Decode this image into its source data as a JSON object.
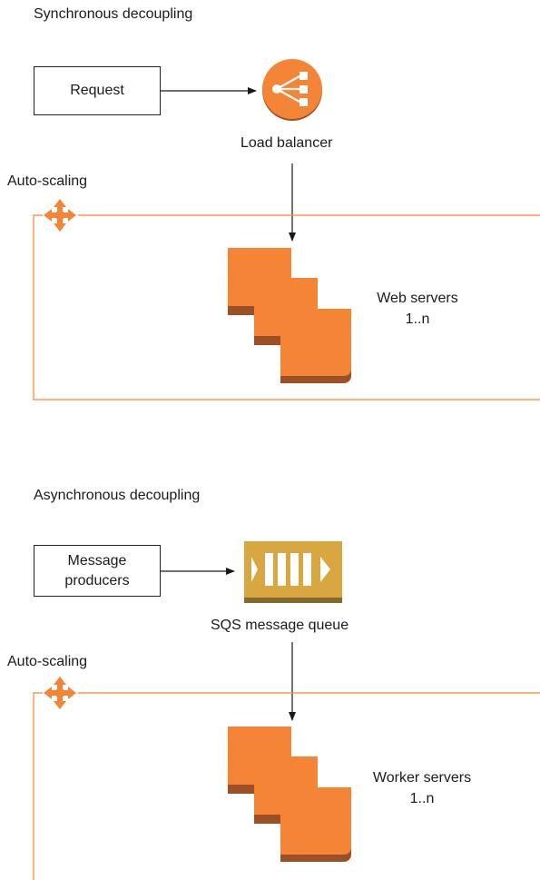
{
  "sync": {
    "title": "Synchronous decoupling",
    "request_label": "Request",
    "lb_label": "Load balancer",
    "autoscaling_label": "Auto-scaling",
    "servers_label": "Web servers",
    "servers_count": "1..n"
  },
  "async": {
    "title": "Asynchronous decoupling",
    "producers_line1": "Message",
    "producers_line2": "producers",
    "queue_label": "SQS message queue",
    "autoscaling_label": "Auto-scaling",
    "servers_label": "Worker servers",
    "servers_count": "1..n"
  },
  "colors": {
    "aws_orange": "#F58536",
    "aws_orange_dark": "#9D5025",
    "sqs_gold": "#D9A741",
    "sqs_gold_dark": "#876929",
    "group_border": "#F58536"
  },
  "icons": [
    "load-balancer-icon",
    "autoscaling-icon",
    "ec2-instances-icon",
    "sqs-queue-icon"
  ]
}
